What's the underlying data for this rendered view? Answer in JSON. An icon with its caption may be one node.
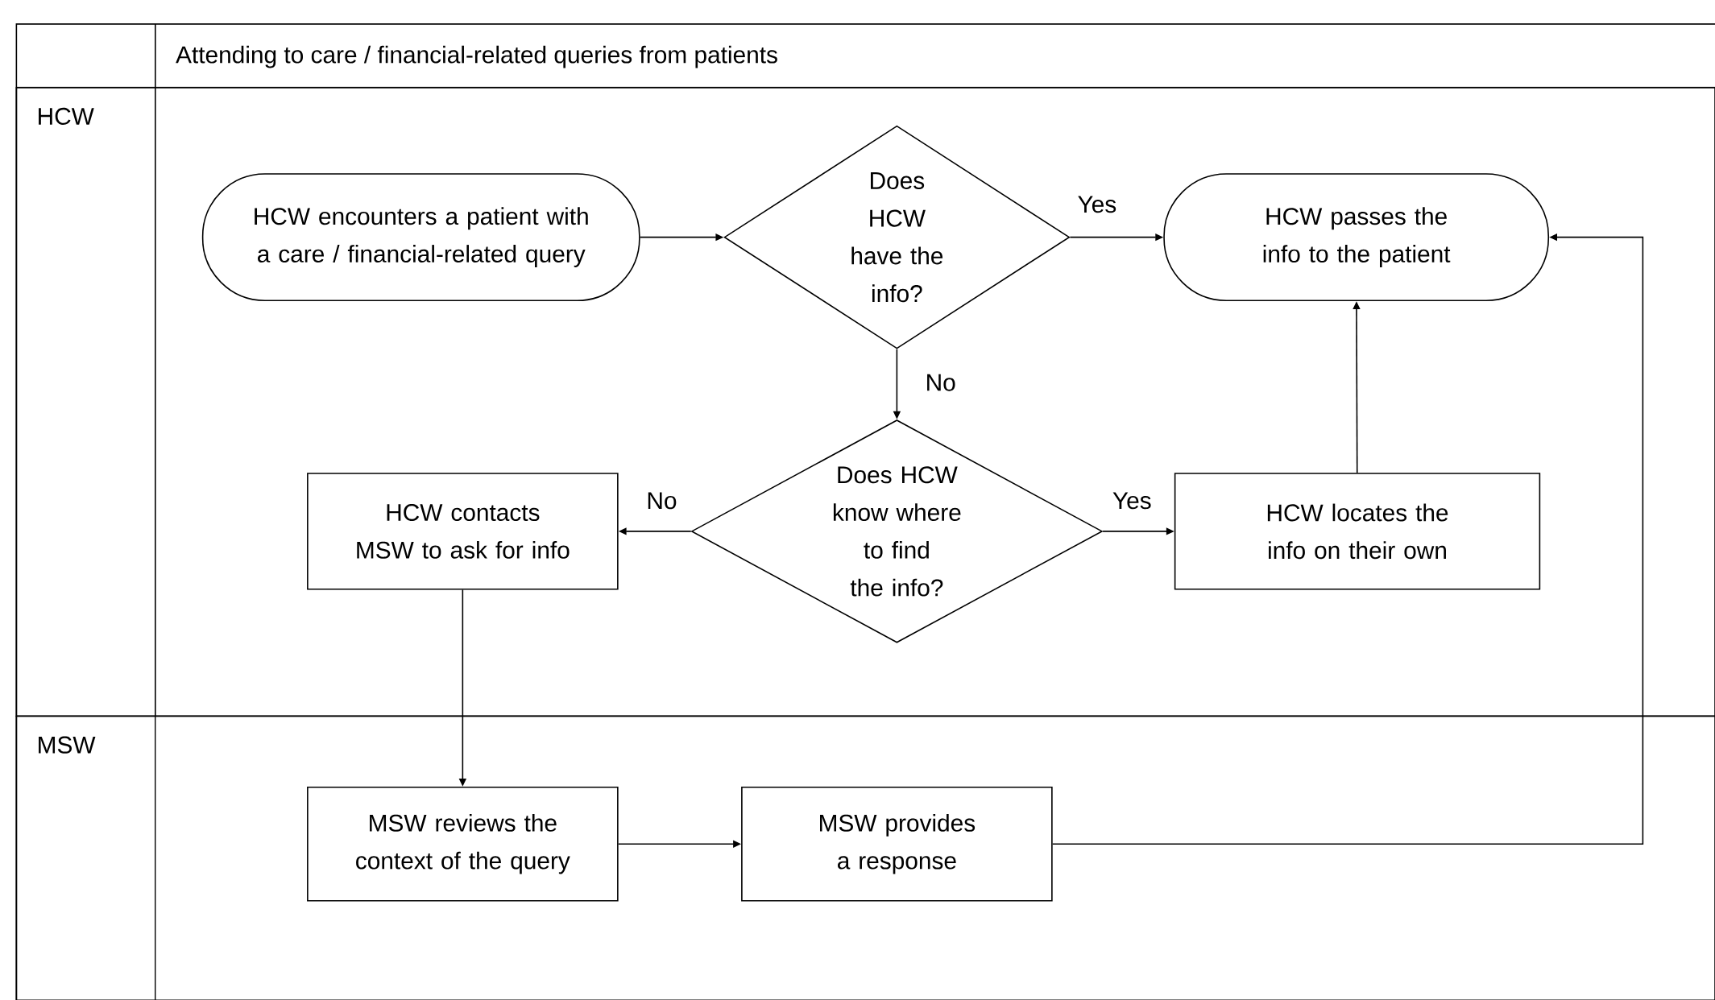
{
  "diagram": {
    "title": "Attending to care / financial-related queries from patients",
    "nodes": [
      {
        "text": [
          "HCW"
        ]
      },
      {
        "text": [
          "MSW"
        ]
      },
      {
        "text": [
          "HCW encounters a patient with a care / financial-related query"
        ],
        "in": 0
      },
      {
        "text": [
          "Does HCW have the info?"
        ],
        "in": 0
      },
      {
        "text": [
          "HCW passes the info to the patient"
        ],
        "in": 0
      },
      {
        "text": [
          "Does HCW know where to find the info?"
        ],
        "in": 0
      },
      {
        "text": [
          "HCW contacts MSW to ask for info"
        ],
        "in": 0
      },
      {
        "text": [
          "HCW locates the info on their own"
        ],
        "in": 0
      },
      {
        "text": [
          "MSW reviews the context of the query"
        ],
        "in": 1
      },
      {
        "text": [
          "MSW provides a response"
        ],
        "in": 1
      }
    ],
    "edges": [
      {
        "from": 2,
        "to": 3,
        "arrow": "to"
      },
      {
        "from": 3,
        "to": 4,
        "arrow": "to",
        "label": "Yes"
      },
      {
        "from": 3,
        "to": 5,
        "arrow": "to",
        "label": "No"
      },
      {
        "from": 5,
        "to": 6,
        "arrow": "to",
        "label": "No"
      },
      {
        "from": 5,
        "to": 7,
        "arrow": "to",
        "label": "Yes"
      },
      {
        "from": 7,
        "to": 4,
        "arrow": "to"
      },
      {
        "from": 6,
        "to": 8,
        "arrow": "to"
      },
      {
        "from": 8,
        "to": 9,
        "arrow": "to"
      },
      {
        "from": 9,
        "to": 4,
        "arrow": "to"
      }
    ]
  }
}
